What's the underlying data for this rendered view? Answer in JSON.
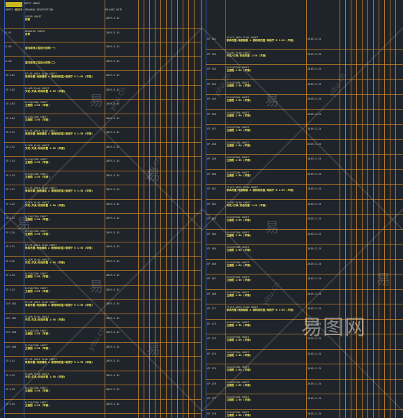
{
  "header": {
    "label": "SHEET INDEX",
    "columns": [
      "SHEET #",
      "图纸号",
      "DRAWING DESCRIPTION",
      "RELEASE DATE"
    ]
  },
  "left_entries": [
    {
      "code": "",
      "title1": "COVER SHEET",
      "title2": "封面",
      "date": "2019-3-15"
    },
    {
      "code": "G-01",
      "title1": "DRAWING INDEX",
      "title2": "目录",
      "date": "2019-3-15"
    },
    {
      "code": "G-02",
      "title1": "",
      "title2": "室内装饰工程设计说明(一)",
      "date": "2019-3-15"
    },
    {
      "code": "G-03",
      "title1": "",
      "title2": "室内装饰工程设计说明(二)",
      "date": "2019-3-15"
    },
    {
      "code": "CP-101",
      "title1": "FF+FE AREA PLAN SHEET",
      "title2": "家具布置/地面铺装 A 楼梯间前室/电梯厅 B 1:50 (平面)",
      "date": "2019-3-15"
    },
    {
      "code": "CP-102",
      "title1": "FLOOR PLAN SHEET",
      "title2": "天花/灯具/机电布置 1:50 (平面)",
      "date": "2019-3-15"
    },
    {
      "code": "CP-103",
      "title1": "ELEVATION SHEET",
      "title2": "立面图 1:50 (平面)",
      "date": "2019-3-15"
    },
    {
      "code": "CP-104",
      "title1": "ELEVATION SHEET",
      "title2": "立面图 1:50 (平面)",
      "date": "2019-3-15"
    },
    {
      "code": "CP-111",
      "title1": "FF+FE AREA PLAN SHEET",
      "title2": "家具布置/地面铺装 A 楼梯间前室/电梯厅 B 1:50 (平面)",
      "date": "2019-3-15"
    },
    {
      "code": "CP-112",
      "title1": "FLOOR PLAN SHEET",
      "title2": "天花/灯具/机电布置 1:50 (平面)",
      "date": "2019-3-15"
    },
    {
      "code": "CP-113",
      "title1": "ELEVATION SHEET",
      "title2": "立面图 1:50 (平面)",
      "date": "2019-3-15"
    },
    {
      "code": "CP-114",
      "title1": "ELEVATION SHEET",
      "title2": "立面图 1:50 (平面)",
      "date": "2019-3-15"
    },
    {
      "code": "CP-121",
      "title1": "FF+FE AREA PLAN SHEET",
      "title2": "家具布置/地面铺装 A 楼梯间前室/电梯厅 B 1:50 (平面)",
      "date": "2019-3-15"
    },
    {
      "code": "CP-122",
      "title1": "FLOOR PLAN SHEET",
      "title2": "天花/灯具/机电布置 1:50 (平面)",
      "date": "2019-3-15"
    },
    {
      "code": "CP-123",
      "title1": "ELEVATION SHEET",
      "title2": "立面图 1:50 (平面)",
      "date": "2019-3-15"
    },
    {
      "code": "CP-124",
      "title1": "ELEVATION SHEET",
      "title2": "立面图 1:50 (平面)",
      "date": "2019-3-15"
    },
    {
      "code": "CP-131",
      "title1": "FF+FE AREA PLAN SHEET",
      "title2": "家具布置/地面铺装 A 楼梯间前室/电梯厅 B 1:50 (平面)",
      "date": "2019-3-15"
    },
    {
      "code": "CP-132",
      "title1": "FLOOR PLAN SHEET",
      "title2": "天花/灯具/机电布置 1:50 (平面)",
      "date": "2019-3-15"
    },
    {
      "code": "CP-133",
      "title1": "ELEVATION SHEET",
      "title2": "立面图 1:50 (平面)",
      "date": "2019-3-15"
    },
    {
      "code": "CP-134",
      "title1": "ELEVATION SHEET",
      "title2": "立面图 1:50 (平面)",
      "date": "2019-3-15"
    },
    {
      "code": "CLP-101",
      "title1": "FF+FE AREA PLAN SHEET",
      "title2": "家具布置/地面铺装 A 楼梯间前室/电梯厅 B 1:50 (平面)",
      "date": "2019-3-15"
    },
    {
      "code": "CLP-102",
      "title1": "FLOOR PLAN SHEET",
      "title2": "天花/灯具/机电布置 1:50 (平面)",
      "date": "2019-3-15"
    },
    {
      "code": "CLP-103",
      "title1": "ELEVATION SHEET",
      "title2": "立面图 1:50 (平面)",
      "date": "2019-3-15"
    },
    {
      "code": "CLP-104",
      "title1": "ELEVATION SHEET",
      "title2": "立面图 1:50 (平面)",
      "date": "2019-3-15"
    },
    {
      "code": "CP-141",
      "title1": "FF+FE AREA PLAN SHEET",
      "title2": "家具布置/地面铺装 A 楼梯间前室/电梯厅 B 1:50 (平面)",
      "date": "2019-3-15"
    },
    {
      "code": "CP-142",
      "title1": "FLOOR PLAN SHEET",
      "title2": "天花/灯具/机电布置 1:50 (平面)",
      "date": "2019-3-15"
    },
    {
      "code": "CP-143",
      "title1": "ELEVATION SHEET",
      "title2": "立面图 1:50 (平面)",
      "date": "2019-3-15"
    },
    {
      "code": "CP-144",
      "title1": "ELEVATION SHEET",
      "title2": "立面图 1:50 (平面)",
      "date": "2019-3-15"
    }
  ],
  "right_entries": [
    {
      "code": "CP-151",
      "title1": "FF+FE AREA PLAN SHEET",
      "title2": "家具布置/地面铺装 A 楼梯间前室/电梯厅 B 1:50 (平面)",
      "date": "2019-3-15"
    },
    {
      "code": "CP-152",
      "title1": "FLOOR PLAN SHEET",
      "title2": "天花/灯具/机电布置 1:50 (平面)",
      "date": "2019-3-15"
    },
    {
      "code": "CP-153",
      "title1": "ELEVATION SHEET",
      "title2": "立面图 1:50 (平面)",
      "date": "2019-3-15"
    },
    {
      "code": "CP-154",
      "title1": "ELEVATION SHEET",
      "title2": "立面图 1:50 (平面)",
      "date": "2019-3-15"
    },
    {
      "code": "CP-155",
      "title1": "ELEVATION SHEET",
      "title2": "立面图 1:50 (平面)",
      "date": "2019-3-15"
    },
    {
      "code": "CP-156",
      "title1": "ELEVATION SHEET",
      "title2": "立面图 1:50 (平面)",
      "date": "2019-3-15"
    },
    {
      "code": "CP-157",
      "title1": "ELEVATION SHEET",
      "title2": "立面图 1:50 (平面)",
      "date": "2019-3-15"
    },
    {
      "code": "CP-158",
      "title1": "ELEVATION SHEET",
      "title2": "立面图 1:50 (平面)",
      "date": "2019-3-15"
    },
    {
      "code": "CP-159",
      "title1": "ELEVATION SHEET",
      "title2": "立面图 1:50 (平面)",
      "date": "2019-3-15"
    },
    {
      "code": "CP-160",
      "title1": "ELEVATION SHEET",
      "title2": "立面图 1:50 (平面)",
      "date": "2019-3-15"
    },
    {
      "code": "CP-161",
      "title1": "FF+FE AREA PLAN SHEET",
      "title2": "家具布置/地面铺装 A 楼梯间前室/电梯厅 B 1:50 (平面)",
      "date": "2019-3-15"
    },
    {
      "code": "CP-162",
      "title1": "FLOOR PLAN SHEET",
      "title2": "天花/灯具/机电布置 1:50 (平面)",
      "date": "2019-3-15"
    },
    {
      "code": "CP-163",
      "title1": "ELEVATION SHEET",
      "title2": "立面图 1:50 (平面)",
      "date": "2019-3-15"
    },
    {
      "code": "CP-164",
      "title1": "ELEVATION SHEET",
      "title2": "立面图 1:50 (平面)",
      "date": "2019-3-15"
    },
    {
      "code": "CP-165",
      "title1": "ELEVATION SHEET",
      "title2": "立面图 1:50 (平面)",
      "date": "2019-3-15"
    },
    {
      "code": "CP-166",
      "title1": "ELEVATION SHEET",
      "title2": "立面图 1:50 (平面)",
      "date": "2019-3-15"
    },
    {
      "code": "CP-167",
      "title1": "ELEVATION SHEET",
      "title2": "立面图 1:50 (平面)",
      "date": "2019-3-15"
    },
    {
      "code": "CP-168",
      "title1": "ELEVATION SHEET",
      "title2": "立面图 1:50 (平面)",
      "date": "2019-3-15"
    },
    {
      "code": "CP-171",
      "title1": "FF+FE AREA PLAN SHEET",
      "title2": "家具布置/地面铺装 A 楼梯间前室/电梯厅 B 1:50 (平面)",
      "date": "2019-3-15"
    },
    {
      "code": "CP-172",
      "title1": "ELEVATION SHEET",
      "title2": "立面图 1:50 (平面)",
      "date": "2019-3-15"
    },
    {
      "code": "CP-173",
      "title1": "ELEVATION SHEET",
      "title2": "立面图 1:50 (平面)",
      "date": "2019-3-15"
    },
    {
      "code": "CP-174",
      "title1": "ELEVATION SHEET",
      "title2": "立面图 1:50 (平面)",
      "date": "2019-3-15"
    },
    {
      "code": "CP-175",
      "title1": "ELEVATION SHEET",
      "title2": "立面图 1:50 (平面)",
      "date": "2019-3-15"
    },
    {
      "code": "CP-176",
      "title1": "ELEVATION SHEET",
      "title2": "立面图 1:50 (平面)",
      "date": "2019-3-15"
    },
    {
      "code": "CP-177",
      "title1": "ELEVATION SHEET",
      "title2": "立面图 1:50 (平面)",
      "date": "2019-3-15"
    },
    {
      "code": "CP-178",
      "title1": "ELEVATION SHEET",
      "title2": "立面图 1:50 (平面)",
      "date": "2019-3-15"
    }
  ],
  "watermark": {
    "glyph": "易",
    "domain": "yitu.cn",
    "brand": "易图网"
  },
  "colors": {
    "background": "#1f242b",
    "grid_orange": "#c8842a",
    "grid_blue": "#3a66c9",
    "text_yellow": "#f0e65a",
    "header_swatch": "#c9b91e"
  }
}
